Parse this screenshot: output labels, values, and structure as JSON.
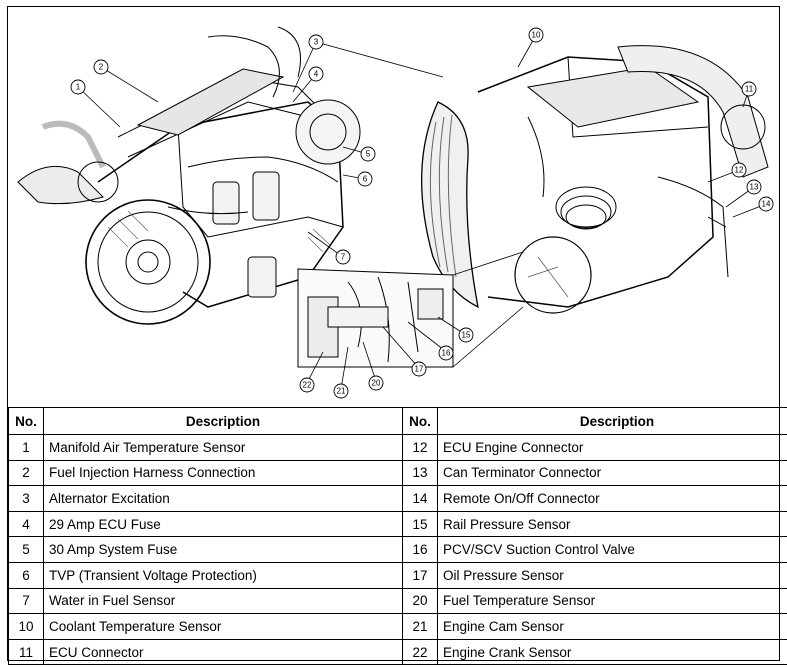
{
  "table": {
    "headers": {
      "no": "No.",
      "description": "Description"
    },
    "left": [
      {
        "no": "1",
        "desc": "Manifold Air Temperature Sensor"
      },
      {
        "no": "2",
        "desc": "Fuel Injection Harness Connection"
      },
      {
        "no": "3",
        "desc": "Alternator Excitation"
      },
      {
        "no": "4",
        "desc": "29 Amp ECU Fuse"
      },
      {
        "no": "5",
        "desc": "30 Amp System Fuse"
      },
      {
        "no": "6",
        "desc": "TVP (Transient Voltage Protection)"
      },
      {
        "no": "7",
        "desc": "Water in Fuel Sensor"
      },
      {
        "no": "10",
        "desc": "Coolant Temperature Sensor"
      },
      {
        "no": "11",
        "desc": "ECU Connector"
      }
    ],
    "right": [
      {
        "no": "12",
        "desc": "ECU Engine Connector"
      },
      {
        "no": "13",
        "desc": "Can Terminator Connector"
      },
      {
        "no": "14",
        "desc": "Remote On/Off Connector"
      },
      {
        "no": "15",
        "desc": "Rail Pressure Sensor"
      },
      {
        "no": "16",
        "desc": "PCV/SCV Suction Control Valve"
      },
      {
        "no": "17",
        "desc": "Oil Pressure Sensor"
      },
      {
        "no": "20",
        "desc": "Fuel Temperature Sensor"
      },
      {
        "no": "21",
        "desc": "Engine Cam Sensor"
      },
      {
        "no": "22",
        "desc": "Engine Crank Sensor"
      }
    ]
  },
  "callouts": [
    "1",
    "2",
    "3",
    "4",
    "5",
    "6",
    "7",
    "10",
    "11",
    "12",
    "13",
    "14",
    "15",
    "16",
    "17",
    "20",
    "21",
    "22"
  ]
}
